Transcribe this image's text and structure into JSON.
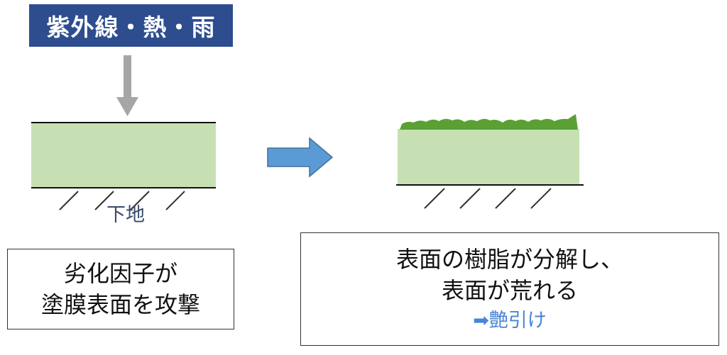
{
  "diagram": {
    "factor_label": "紫外線・熱・雨",
    "substrate_label": "下地",
    "left_caption": [
      "劣化因子が",
      "塗膜表面を攻撃"
    ],
    "right_caption": [
      "表面の樹脂が分解し、",
      "表面が荒れる"
    ],
    "result_label": "➡艶引け",
    "colors": {
      "banner": "#2e4d8f",
      "coating": "#c6e0b4",
      "rough_surface": "#5aa033",
      "process_arrow": "#5b9bd5",
      "attack_arrow": "#a6a6a6",
      "result_text": "#4a84d6"
    }
  }
}
